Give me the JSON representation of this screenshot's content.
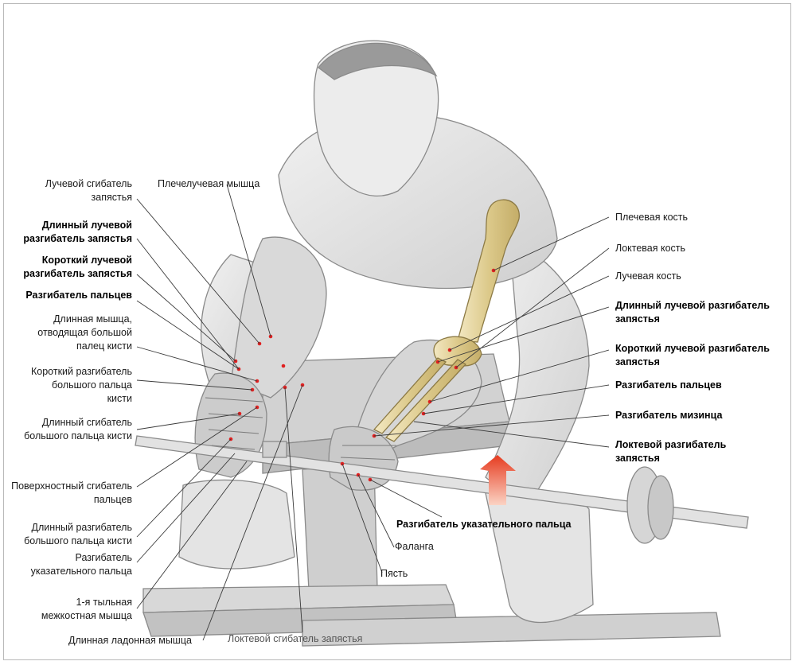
{
  "labels": {
    "flexor_carpi_radialis": [
      "Лучевой сгибатель",
      "запястья"
    ],
    "ext_carpi_radialis_longus_left": [
      "Длинный лучевой",
      "разгибатель запястья"
    ],
    "ext_carpi_radialis_brevis_left": [
      "Короткий лучевой",
      "разгибатель запястья"
    ],
    "ext_digitorum_left": [
      "Разгибатель пальцев"
    ],
    "abductor_pollicis_longus": [
      "Длинная мышца,",
      "отводящая большой",
      "палец кисти"
    ],
    "ext_pollicis_brevis": [
      "Короткий разгибатель",
      "большого пальца",
      "кисти"
    ],
    "flexor_pollicis_longus": [
      "Длинный сгибатель",
      "большого пальца кисти"
    ],
    "flexor_digitorum_superficialis": [
      "Поверхностный сгибатель",
      "пальцев"
    ],
    "ext_pollicis_longus": [
      "Длинный разгибатель",
      "большого пальца кисти"
    ],
    "ext_indicis_left": [
      "Разгибатель",
      "указательного пальца"
    ],
    "dorsal_interosseous": [
      "1-я тыльная",
      "межкостная мышца"
    ],
    "palmaris_longus": [
      "Длинная ладонная мышца"
    ],
    "flexor_carpi_ulnaris": [
      "Локтевой сгибатель запястья"
    ],
    "brachioradialis": [
      "Плечелучевая мышца"
    ],
    "humerus": [
      "Плечевая кость"
    ],
    "ulna": [
      "Локтевая кость"
    ],
    "radius": [
      "Лучевая кость"
    ],
    "ext_carpi_radialis_longus_right": [
      "Длинный лучевой разгибатель",
      "запястья"
    ],
    "ext_carpi_radialis_brevis_right": [
      "Короткий лучевой разгибатель",
      "запястья"
    ],
    "ext_digitorum_right": [
      "Разгибатель пальцев"
    ],
    "ext_digiti_minimi": [
      "Разгибатель мизинца"
    ],
    "ext_carpi_ulnaris": [
      "Локтевой разгибатель",
      "запястья"
    ],
    "ext_indicis_right": [
      "Разгибатель указательного пальца"
    ],
    "phalanx": [
      "Фаланга"
    ],
    "metacarpus": [
      "Пясть"
    ]
  },
  "colors": {
    "line": "#3a3a3a",
    "sketch": "#8a8a8a",
    "bone": "#e8d9a6",
    "arrow": "#e8482a",
    "marker": "#e02020"
  }
}
